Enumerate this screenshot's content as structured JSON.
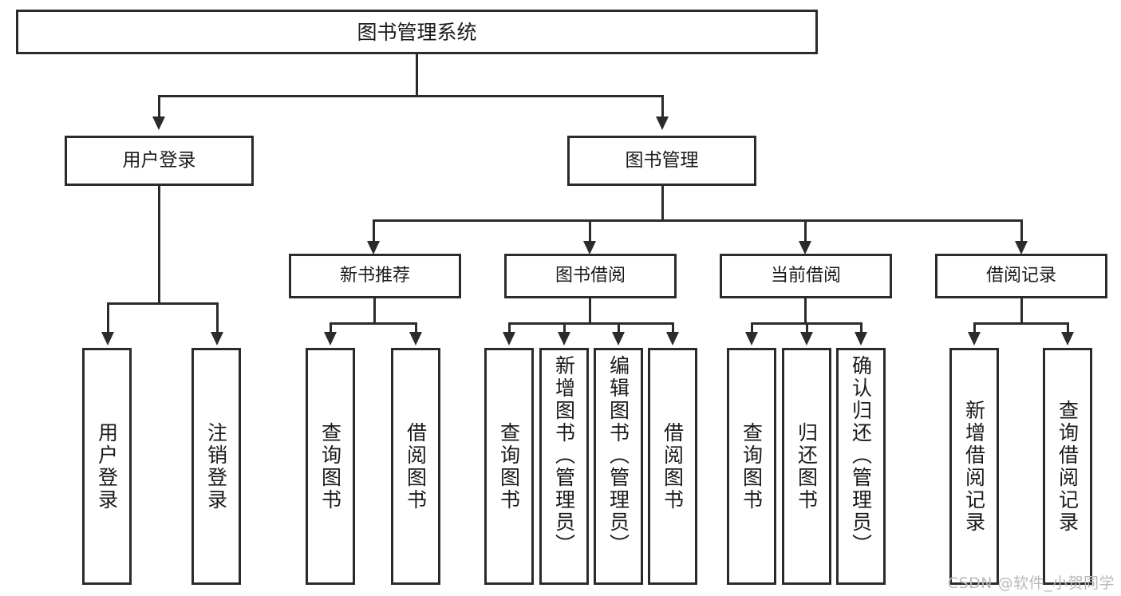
{
  "diagram": {
    "title": "图书管理系统",
    "type": "tree-hierarchy",
    "root": {
      "label": "图书管理系统"
    },
    "level2": [
      {
        "label": "用户登录"
      },
      {
        "label": "图书管理"
      }
    ],
    "level3": [
      {
        "label": "新书推荐"
      },
      {
        "label": "图书借阅"
      },
      {
        "label": "当前借阅"
      },
      {
        "label": "借阅记录"
      }
    ],
    "leaves": {
      "user_login": [
        {
          "label": "用户登录"
        },
        {
          "label": "注销登录"
        }
      ],
      "new_books": [
        {
          "label": "查询图书"
        },
        {
          "label": "借阅图书"
        }
      ],
      "book_borrow": [
        {
          "label": "查询图书"
        },
        {
          "label": "新增图书（管理员）"
        },
        {
          "label": "编辑图书（管理员）"
        },
        {
          "label": "借阅图书"
        }
      ],
      "current_borrow": [
        {
          "label": "查询图书"
        },
        {
          "label": "归还图书"
        },
        {
          "label": "确认归还（管理员）"
        }
      ],
      "borrow_records": [
        {
          "label": "新增借阅记录"
        },
        {
          "label": "查询借阅记录"
        }
      ]
    }
  },
  "watermark": {
    "text": "CSDN @软件_小贺同学"
  },
  "colors": {
    "stroke": "#2b2b2b",
    "fill": "#ffffff",
    "text": "#1a1a1a",
    "watermark": "#b9b9b9"
  }
}
